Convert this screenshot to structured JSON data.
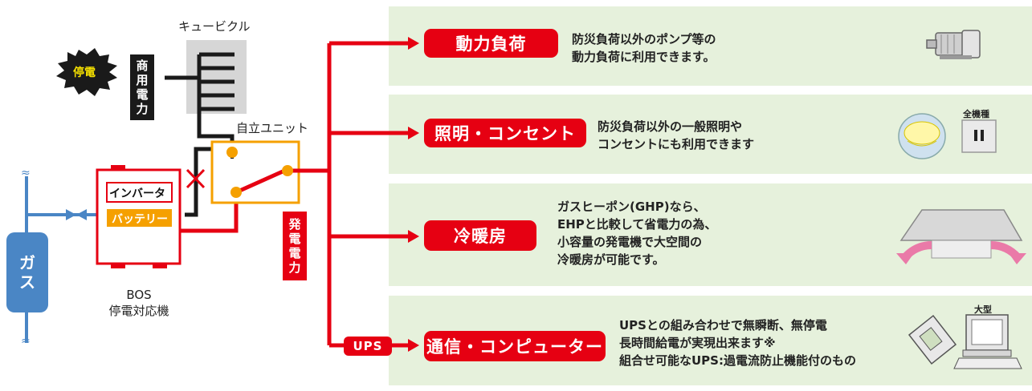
{
  "left": {
    "cubicle_label": "キュービクル",
    "outage_label": "停電",
    "commercial_power_label": [
      "商",
      "用",
      "電",
      "力"
    ],
    "unit_label": "自立ユニット",
    "inverter_label": "インバータ",
    "battery_label": "バッテリー",
    "bos_label_line1": "BOS",
    "bos_label_line2": "停電対応機",
    "gas_label": [
      "ガ",
      "ス"
    ],
    "generated_power_label": [
      "発",
      "電",
      "電",
      "力"
    ]
  },
  "rows": [
    {
      "title": "動力負荷",
      "desc": "防災負荷以外のポンプ等の\n動力負荷に利用できます。"
    },
    {
      "title": "照明・コンセント",
      "desc": "防災負荷以外の一般照明や\nコンセントにも利用できます",
      "tag": "全機種"
    },
    {
      "title": "冷暖房",
      "desc": "ガスヒーポン(GHP)なら、\nEHPと比較して省電力の為、\n小容量の発電機で大空間の\n冷暖房が可能です。"
    },
    {
      "title": "通信・コンピューター",
      "desc": "UPSとの組み合わせで無瞬断、無停電\n長時間給電が実現出来ます※\n組合せ可能なUPS:過電流防止機能付のもの",
      "tag": "大型",
      "ups_label": "UPS"
    }
  ],
  "colors": {
    "red": "#e60012",
    "orange": "#f5a000",
    "blue": "#4a86c5",
    "panel": "#e6f1dc"
  }
}
